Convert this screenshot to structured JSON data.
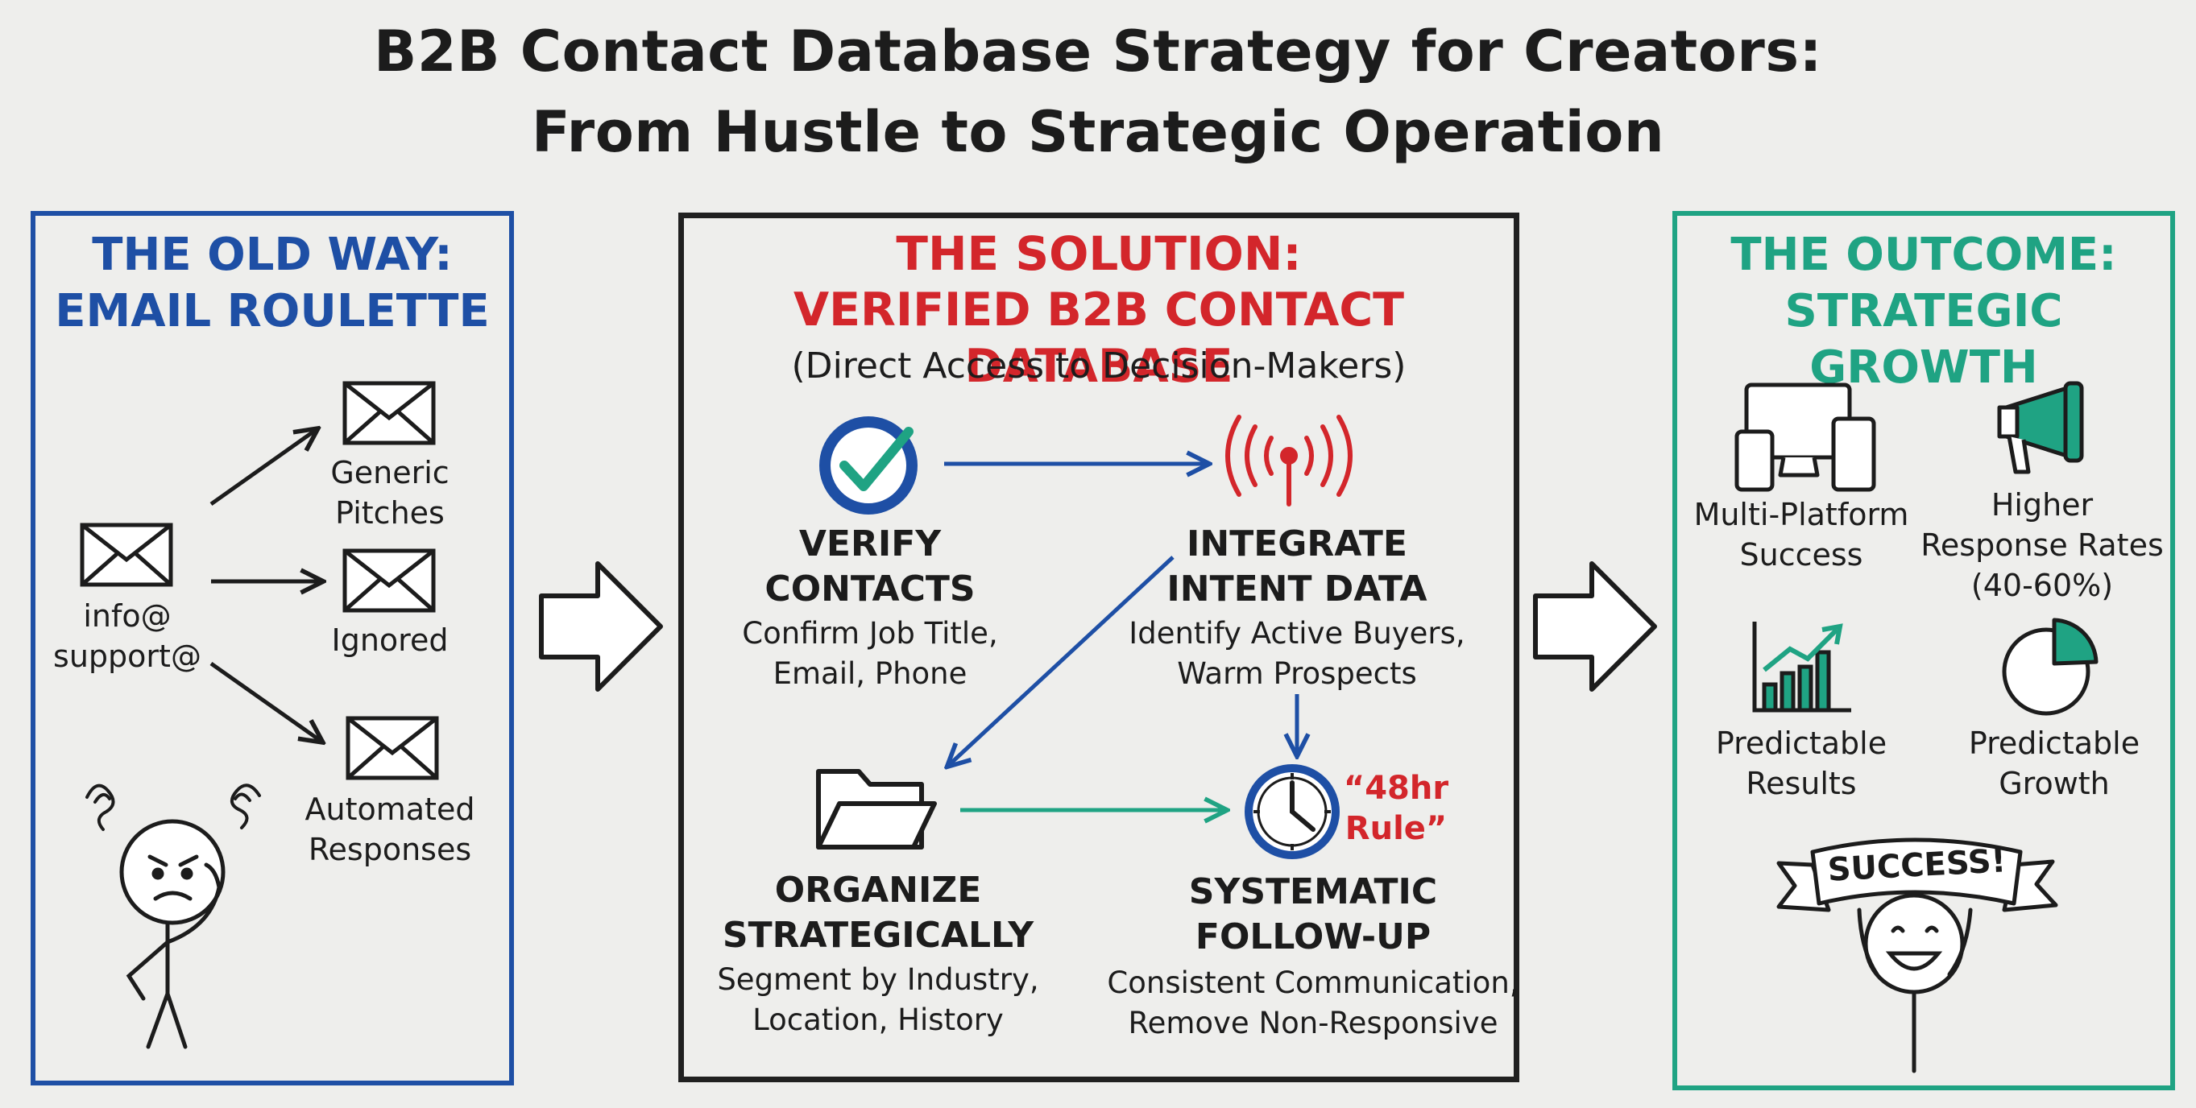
{
  "title": {
    "line1": "B2B Contact Database Strategy for Creators:",
    "line2": "From Hustle to Strategic Operation"
  },
  "colors": {
    "old_way": "#1e4fa5",
    "solution": "#d3262b",
    "outcome": "#1fa383",
    "ink": "#1c1c1c"
  },
  "old_way": {
    "heading1": "THE OLD WAY:",
    "heading2": "EMAIL ROULETTE",
    "source_label": "info@\nsupport@",
    "targets": [
      "Generic\nPitches",
      "Ignored",
      "Automated\nResponses"
    ]
  },
  "solution": {
    "heading1": "THE SOLUTION:",
    "heading2": "VERIFIED B2B CONTACT DATABASE",
    "subheading": "(Direct Access to Decision-Makers)",
    "steps": [
      {
        "title": "VERIFY\nCONTACTS",
        "desc": "Confirm Job Title,\nEmail, Phone",
        "icon": "check-circle-icon"
      },
      {
        "title": "INTEGRATE\nINTENT DATA",
        "desc": "Identify Active Buyers,\nWarm Prospects",
        "icon": "signal-antenna-icon"
      },
      {
        "title": "ORGANIZE\nSTRATEGICALLY",
        "desc": "Segment by Industry,\nLocation, History",
        "icon": "folder-icon"
      },
      {
        "title": "SYSTEMATIC\nFOLLOW-UP",
        "desc": "Consistent Communication,\nRemove Non-Responsive",
        "icon": "clock-icon"
      }
    ],
    "rule_note": "“48hr\nRule”"
  },
  "outcome": {
    "heading1": "THE OUTCOME:",
    "heading2": "STRATEGIC GROWTH",
    "items": [
      {
        "label": "Multi-Platform\nSuccess",
        "icon": "devices-icon"
      },
      {
        "label": "Higher\nResponse Rates\n(40-60%)",
        "icon": "megaphone-icon"
      },
      {
        "label": "Predictable\nResults",
        "icon": "bar-chart-icon"
      },
      {
        "label": "Predictable\nGrowth",
        "icon": "pie-chart-icon"
      }
    ],
    "banner": "SUCCESS!"
  }
}
